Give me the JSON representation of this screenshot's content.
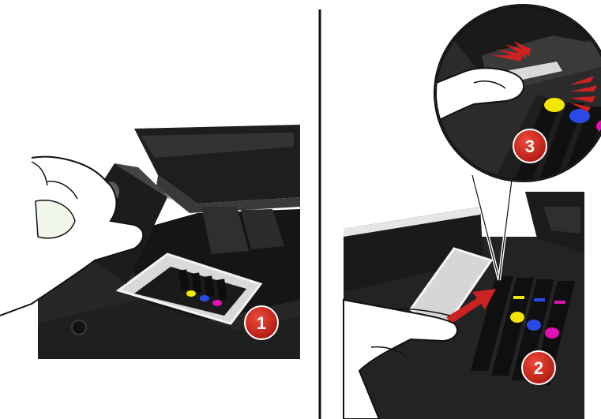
{
  "illustration": {
    "colors": {
      "background": "#ffffff",
      "printer_body": "#2a2a2a",
      "printer_dark": "#161616",
      "cartridge": "#1c1c1c",
      "tray_highlight": "#e8e8e8",
      "step_badge": "#cc2222",
      "arrow": "#cc2222",
      "ink_yellow": "#f3e600",
      "ink_blue": "#2a4ae8",
      "ink_magenta": "#e012b4",
      "divider": "#111111"
    },
    "steps": [
      {
        "label": "1"
      },
      {
        "label": "2"
      },
      {
        "label": "3"
      }
    ]
  }
}
